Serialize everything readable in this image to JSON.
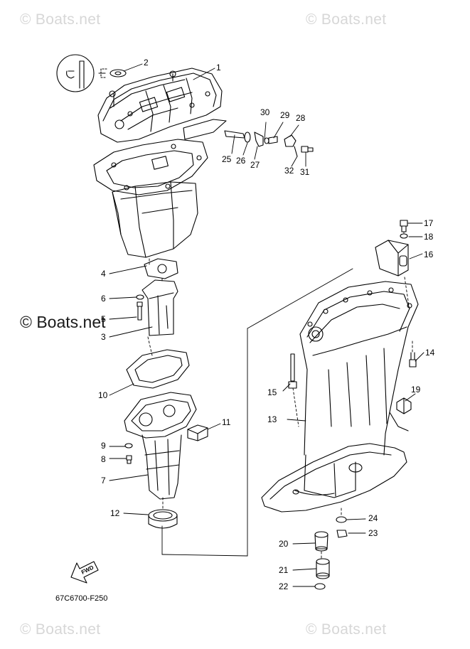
{
  "watermarks": {
    "top_left": "© Boats.net",
    "top_right": "© Boats.net",
    "middle": "© Boats.net",
    "bottom_left": "© Boats.net",
    "bottom_right": "© Boats.net"
  },
  "diagram_code": "67C6700-F250",
  "fwd_label": "FWD",
  "callouts": [
    "1",
    "2",
    "3",
    "4",
    "5",
    "6",
    "7",
    "8",
    "9",
    "10",
    "11",
    "12",
    "13",
    "14",
    "15",
    "16",
    "17",
    "18",
    "19",
    "20",
    "21",
    "22",
    "23",
    "24",
    "25",
    "26",
    "27",
    "28",
    "29",
    "30",
    "31",
    "32"
  ],
  "colors": {
    "line": "#000000",
    "watermark": "#d7d7d7",
    "background": "#ffffff"
  }
}
